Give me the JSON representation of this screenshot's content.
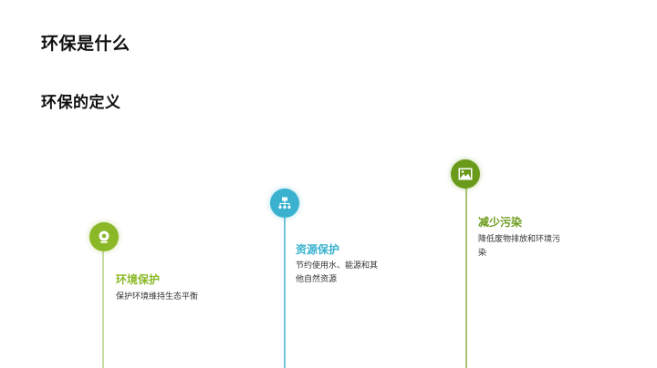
{
  "slide": {
    "title": "环保是什么",
    "subtitle": "环保的定义"
  },
  "timeline": [
    {
      "title": "环境保护",
      "description": "保护环境维持生态平衡",
      "icon": "webcam-icon",
      "color": "#8ab826"
    },
    {
      "title": "资源保护",
      "description": "节约使用水、能源和其他自然资源",
      "icon": "sitemap-icon",
      "color": "#3ab2cf"
    },
    {
      "title": "减少污染",
      "description": "降低废物排放和环境污染",
      "icon": "image-icon",
      "color": "#6a9a1a"
    }
  ]
}
